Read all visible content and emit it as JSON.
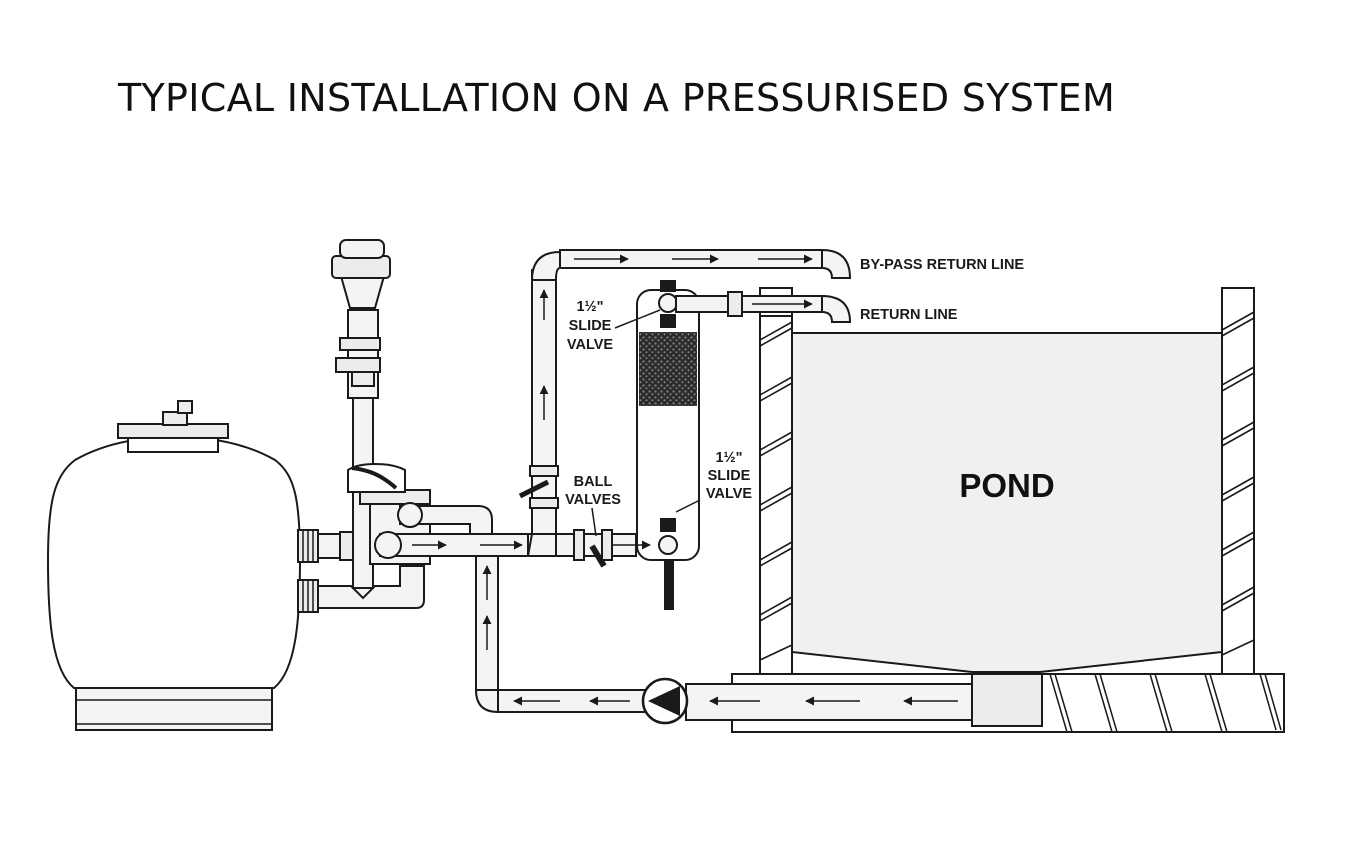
{
  "title": "TYPICAL INSTALLATION ON A PRESSURISED SYSTEM",
  "labels": {
    "bypass_return": "BY-PASS RETURN LINE",
    "return_line": "RETURN LINE",
    "slide_valve_top": [
      "1½\"",
      "SLIDE",
      "VALVE"
    ],
    "slide_valve_bottom": [
      "1½\"",
      "SLIDE",
      "VALVE"
    ],
    "ball_valves": [
      "BALL",
      "VALVES"
    ],
    "pond": "POND"
  }
}
